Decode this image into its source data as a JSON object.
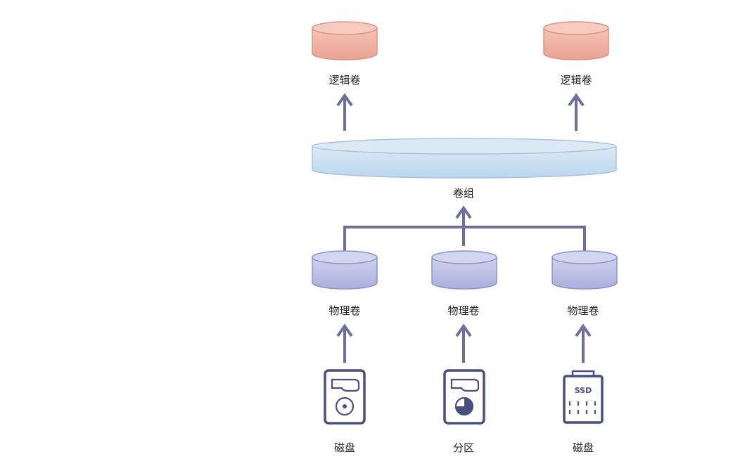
{
  "logical_volumes": [
    {
      "label": "逻辑卷"
    },
    {
      "label": "逻辑卷"
    }
  ],
  "volume_group": {
    "label": "卷组"
  },
  "physical_volumes": [
    {
      "label": "物理卷"
    },
    {
      "label": "物理卷"
    },
    {
      "label": "物理卷"
    }
  ],
  "devices": [
    {
      "label": "磁盘",
      "icon": "hdd-icon"
    },
    {
      "label": "分区",
      "icon": "partition-disk-icon"
    },
    {
      "label": "磁盘",
      "icon": "ssd-icon",
      "badge": "SSD"
    }
  ],
  "colors": {
    "logical_volume": "#eeb0a2",
    "volume_group": "#c9def0",
    "physical_volume": "#b8bde2",
    "arrow": "#6b6f99",
    "device": "#4a4f80"
  }
}
